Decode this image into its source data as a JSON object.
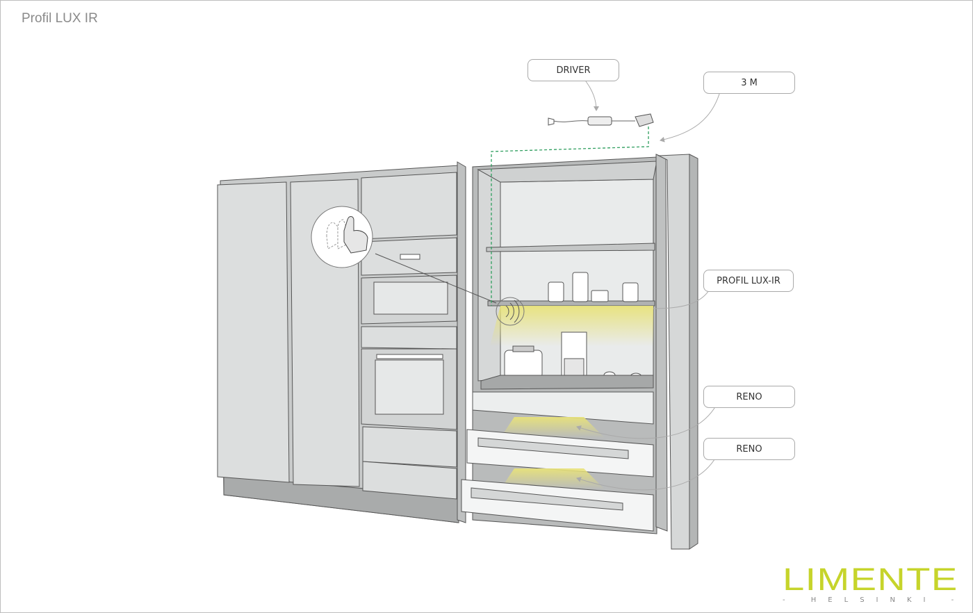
{
  "title": "Profil LUX IR",
  "labels": {
    "driver": "DRIVER",
    "cable_length": "3 M",
    "profile": "PROFIL LUX-IR",
    "reno_1": "RENO",
    "reno_2": "RENO"
  },
  "logo": {
    "brand": "LIMENTE",
    "sub": "- HELSINKI -"
  },
  "colors": {
    "accent": "#c6d42b",
    "wire": "#2e9e5e",
    "light": "#e8e27a"
  }
}
